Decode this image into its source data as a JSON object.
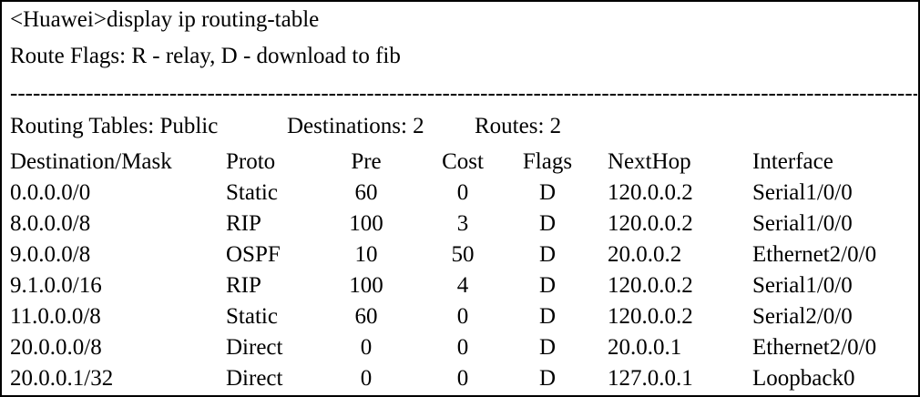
{
  "terminal": {
    "command_line": "<Huawei>display ip routing-table",
    "route_flags": "Route Flags: R - relay, D - download to fib",
    "separator": "------------------------------------------------------------------------------------------------------------------------------------------------------",
    "summary": {
      "routing_tables": "Routing Tables: Public",
      "destinations": "Destinations: 2",
      "routes": "Routes: 2"
    },
    "columns": [
      "Destination/Mask",
      "Proto",
      "Pre",
      "Cost",
      "Flags",
      "NextHop",
      "Interface"
    ],
    "rows": [
      [
        "0.0.0.0/0",
        "Static",
        "60",
        "0",
        "D",
        "120.0.0.2",
        "Serial1/0/0"
      ],
      [
        "8.0.0.0/8",
        "RIP",
        "100",
        "3",
        "D",
        "120.0.0.2",
        "Serial1/0/0"
      ],
      [
        "9.0.0.0/8",
        "OSPF",
        "10",
        "50",
        "D",
        "20.0.0.2",
        "Ethernet2/0/0"
      ],
      [
        "9.1.0.0/16",
        "RIP",
        "100",
        "4",
        "D",
        "120.0.0.2",
        "Serial1/0/0"
      ],
      [
        "11.0.0.0/8",
        "Static",
        "60",
        "0",
        "D",
        "120.0.0.2",
        "Serial2/0/0"
      ],
      [
        "20.0.0.0/8",
        "Direct",
        "0",
        "0",
        "D",
        "20.0.0.1",
        "Ethernet2/0/0"
      ],
      [
        "20.0.0.1/32",
        "Direct",
        "0",
        "0",
        "D",
        "127.0.0.1",
        "Loopback0"
      ]
    ]
  }
}
